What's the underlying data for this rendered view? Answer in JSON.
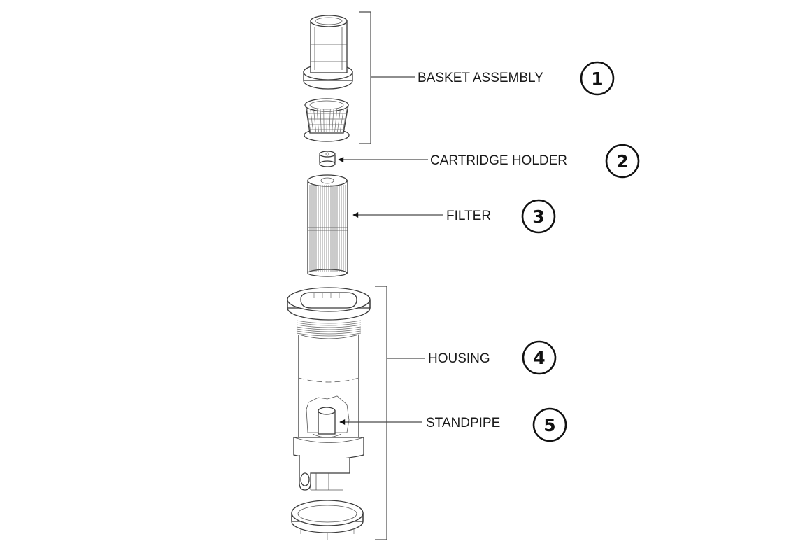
{
  "callouts": [
    {
      "number": "1",
      "label": "BASKET ASSEMBLY"
    },
    {
      "number": "2",
      "label": "CARTRIDGE HOLDER"
    },
    {
      "number": "3",
      "label": "FILTER"
    },
    {
      "number": "4",
      "label": "HOUSING"
    },
    {
      "number": "5",
      "label": "STANDPIPE"
    }
  ],
  "colors": {
    "line": "#3a3a3a",
    "text": "#1a1a1a",
    "background": "#ffffff"
  }
}
